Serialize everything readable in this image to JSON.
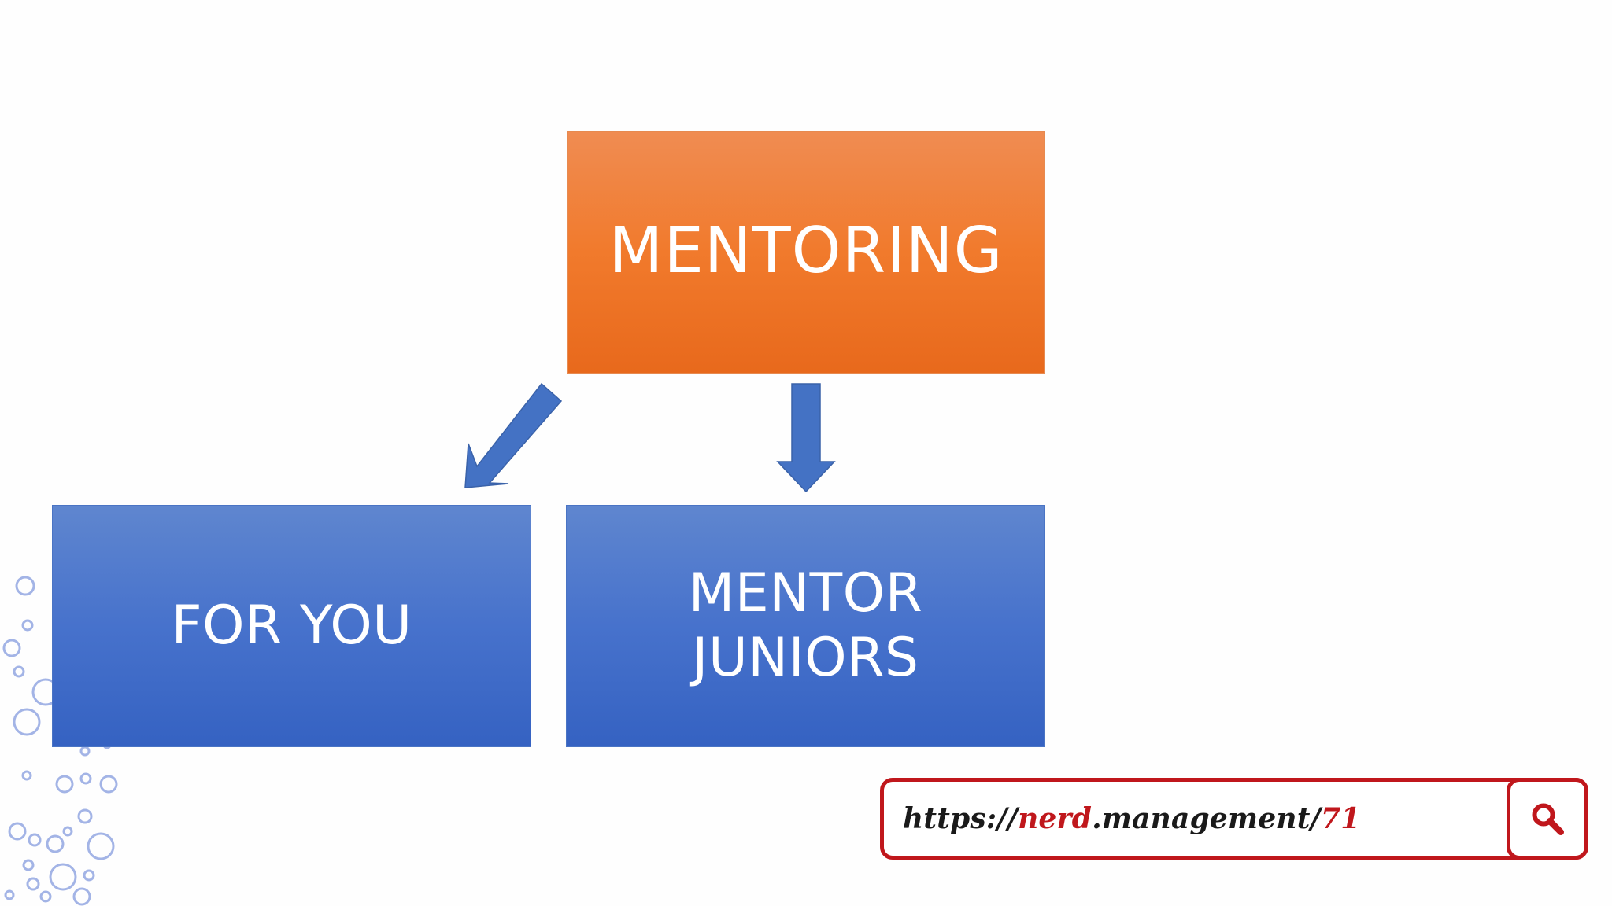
{
  "diagram": {
    "top_node": {
      "label": "MENTORING",
      "color": "#f17a2c"
    },
    "left_node": {
      "label": "FOR YOU",
      "color": "#4772cc"
    },
    "right_node": {
      "label": "MENTOR\nJUNIORS",
      "color": "#4772cc"
    },
    "arrow_color": "#4472c4",
    "edges": [
      {
        "from": "MENTORING",
        "to": "FOR YOU"
      },
      {
        "from": "MENTORING",
        "to": "MENTOR JUNIORS"
      }
    ]
  },
  "url_bar": {
    "prefix": "https://",
    "highlight": "nerd",
    "middle": ".management/",
    "number": "71",
    "accent_color": "#c0171c",
    "button_icon": "search-icon"
  },
  "decoration": {
    "icon": "bubbles-icon",
    "color": "#a9b8e8"
  }
}
